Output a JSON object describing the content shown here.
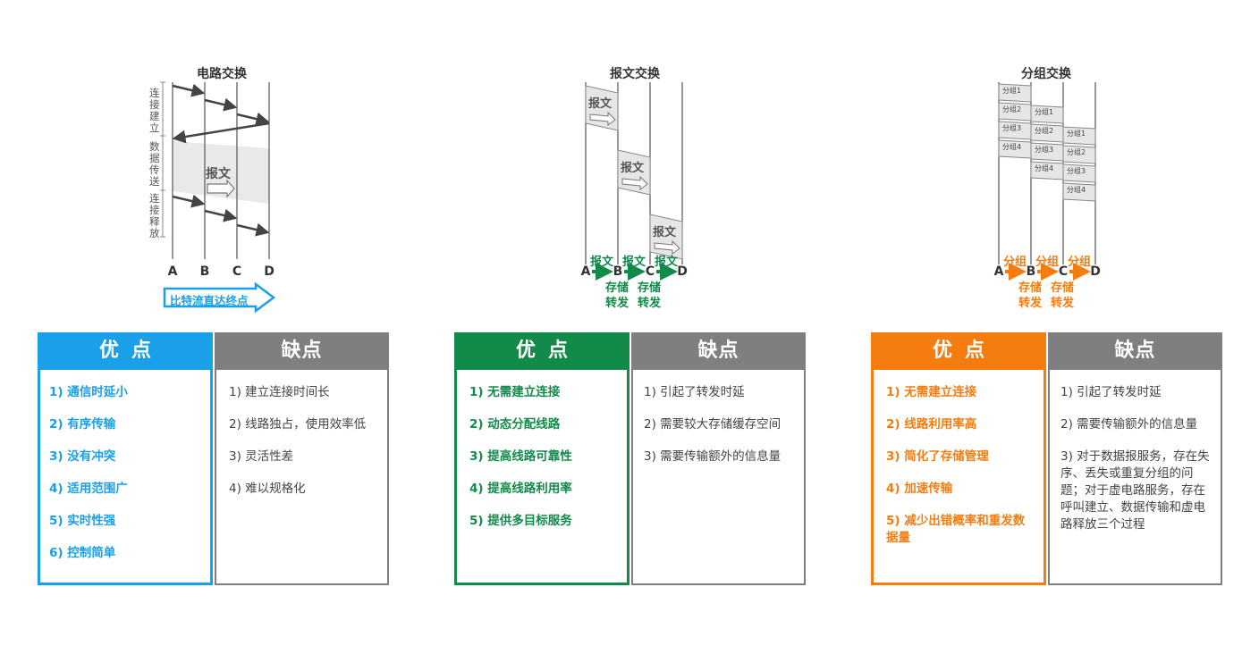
{
  "circuit": {
    "title": "电路交换",
    "nodes": [
      "A",
      "B",
      "C",
      "D"
    ],
    "phases": [
      "连接建立",
      "数据传送",
      "连接释放"
    ],
    "message": "报文",
    "direction_label": "比特流直达终点",
    "pros_title": "优点",
    "cons_title": "缺点",
    "pros": [
      "1) 通信时延小",
      "2) 有序传输",
      "3) 没有冲突",
      "4) 适用范围广",
      "5) 实时性强",
      "6) 控制简单"
    ],
    "cons": [
      "1) 建立连接时间长",
      "2) 线路独占，使用效率低",
      "3) 灵活性差",
      "4) 难以规格化"
    ],
    "accent": "#1aa0e8"
  },
  "message_switching": {
    "title": "报文交换",
    "nodes": [
      "A",
      "B",
      "C",
      "D"
    ],
    "message": "报文",
    "hop_labels": [
      "报文",
      "报文",
      "报文"
    ],
    "store_forward": [
      "存储转发",
      "存储转发"
    ],
    "pros_title": "优点",
    "cons_title": "缺点",
    "pros": [
      "1) 无需建立连接",
      "2) 动态分配线路",
      "3) 提高线路可靠性",
      "4) 提高线路利用率",
      "5) 提供多目标服务"
    ],
    "cons": [
      "1) 引起了转发时延",
      "2) 需要较大存储缓存空间",
      "3) 需要传输额外的信息量"
    ],
    "accent": "#128a4a"
  },
  "packet_switching": {
    "title": "分组交换",
    "nodes": [
      "A",
      "B",
      "C",
      "D"
    ],
    "packets": [
      "分组1",
      "分组2",
      "分组3",
      "分组4"
    ],
    "hop_labels": [
      "分组",
      "分组",
      "分组"
    ],
    "store_forward": [
      "存储转发",
      "存储转发"
    ],
    "pros_title": "优点",
    "cons_title": "缺点",
    "pros": [
      "1) 无需建立连接",
      "2) 线路利用率高",
      "3) 简化了存储管理",
      "4) 加速传输",
      "5)  减少出错概率和重发数据量"
    ],
    "cons": [
      "1) 引起了转发时延",
      "2) 需要传输额外的信息量",
      "3) 对于数据报服务，存在失序、丢失或重复分组的问题；对于虚电路服务，存在呼叫建立、数据传输和虚电路释放三个过程"
    ],
    "accent": "#f57d10"
  }
}
